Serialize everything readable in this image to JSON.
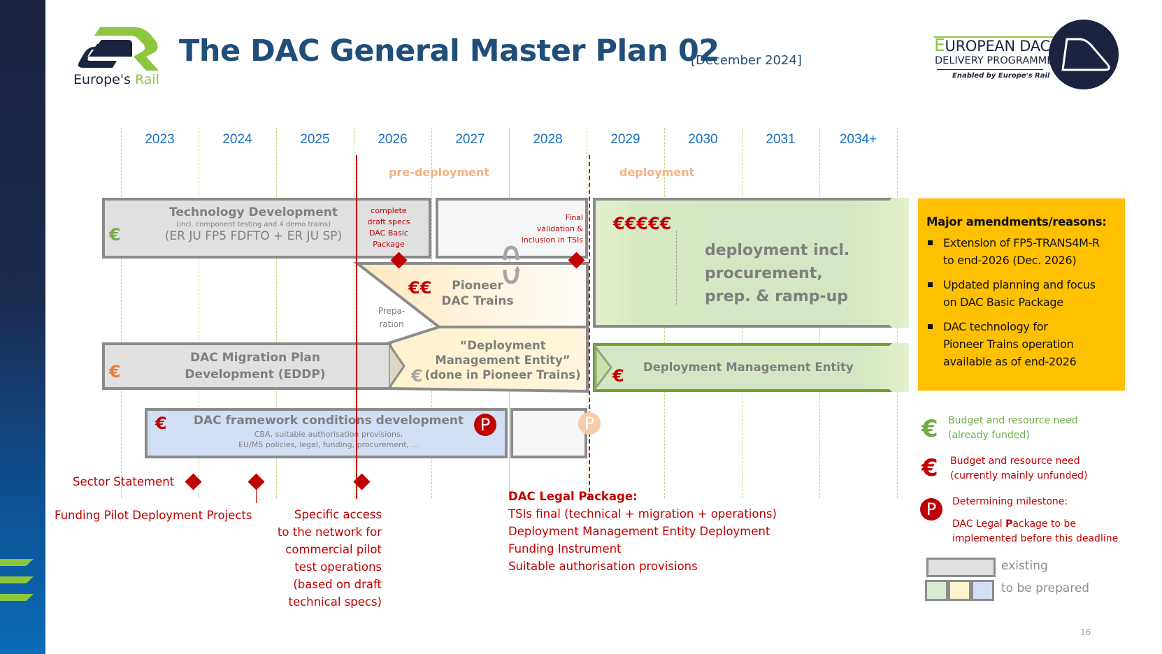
{
  "header": {
    "title": "The DAC General Master Plan 02",
    "date": "[December 2024]",
    "logo_left": {
      "name": "Europe's Rail",
      "text_main": "Europe's ",
      "text_accent": "Rail"
    },
    "logo_right": {
      "line1_first": "E",
      "line1_rest": "UROPEAN DAC",
      "line2": "DELIVERY PROGRAMME",
      "tagline": "Enabled by Europe's Rail"
    }
  },
  "timeline": {
    "years": [
      "2023",
      "2024",
      "2025",
      "2026",
      "2027",
      "2028",
      "2029",
      "2030",
      "2031",
      "2034+"
    ],
    "phases": {
      "pre_deployment": "pre-deployment",
      "deployment": "deployment"
    }
  },
  "rows": {
    "technology": {
      "title": "Technology Development",
      "subtitle": "(incl. component testing and 4 demo trains)",
      "funding": "(ER JU FP5 FDFTO + ER JU SP)",
      "euro": "€",
      "milestone_note": [
        "complete",
        "draft  specs",
        "DAC Basic",
        "Package"
      ]
    },
    "validation": {
      "note": [
        "Final",
        "validation &",
        "inclusion in TSIs"
      ]
    },
    "pioneer": {
      "euro": "€€",
      "title_line1": "Pioneer",
      "title_line2": "DAC Trains",
      "prep_line1": "Prepa-",
      "prep_line2": "ration"
    },
    "deployment": {
      "euro": "€€€€€",
      "line1": "deployment incl.",
      "line2": "procurement,",
      "line3": "prep. & ramp-up"
    },
    "migration": {
      "euro": "€",
      "line1": "DAC Migration Plan",
      "line2": "Development (EDDP)"
    },
    "dme_pioneer": {
      "euro": "€",
      "line1": "“Deployment",
      "line2": "Management Entity”",
      "line3": "(done in Pioneer Trains)"
    },
    "dme": {
      "euro": "€",
      "title": "Deployment Management Entity"
    },
    "framework": {
      "euro": "€",
      "title": "DAC framework conditions development",
      "line2": "CBA, suitable authorisation provisions,",
      "line3": "EU/MS policies, legal, funding, procurement, ...",
      "milestone": "P",
      "milestone_faded": "P"
    }
  },
  "annotations": {
    "sector_statement": "Sector Statement",
    "funding_pilot": "Funding Pilot Deployment Projects",
    "specific_access": [
      "Specific access",
      "to the network for",
      "commercial pilot",
      "test operations",
      "(based on draft",
      "technical specs)"
    ],
    "legal_package": {
      "title": "DAC Legal Package:",
      "items": [
        "TSIs final (technical + migration + operations)",
        "Deployment Management Entity Deployment",
        "Funding Instrument",
        "Suitable authorisation provisions"
      ]
    }
  },
  "amendments": {
    "title": "Major amendments/reasons:",
    "items": [
      [
        "Extension of FP5-TRANS4M-R",
        "to end-2026 (Dec. 2026)"
      ],
      [
        "Updated planning and focus",
        "on DAC Basic Package"
      ],
      [
        "DAC technology for",
        "Pioneer Trains operation",
        "available as of end-2026"
      ]
    ]
  },
  "legend": {
    "funded_line1": "Budget and resource need",
    "funded_line2": "(already funded)",
    "unfunded_line1": "Budget and resource need",
    "unfunded_line2": "(currently mainly unfunded)",
    "milestone_title": "Determining milestone:",
    "milestone_desc_pre": "DAC Legal ",
    "milestone_desc_bold": "P",
    "milestone_desc_post": "ackage to be",
    "milestone_desc_line2": "implemented before this deadline",
    "existing": "existing",
    "to_be_prepared": "to be prepared",
    "euro": "€",
    "p": "P"
  },
  "colors": {
    "title": "#1f4e79",
    "year": "#1a6fc0",
    "accent_red": "#c00000",
    "funded_green": "#70ad47",
    "phase_orange": "#f4b183",
    "amendments_bg": "#ffc000",
    "existing_gray": "#e0e0e0",
    "prepare_green": "#d9ead3",
    "prepare_yellow": "#fff2cc",
    "prepare_blue": "#d2def4"
  },
  "page_number": "16"
}
